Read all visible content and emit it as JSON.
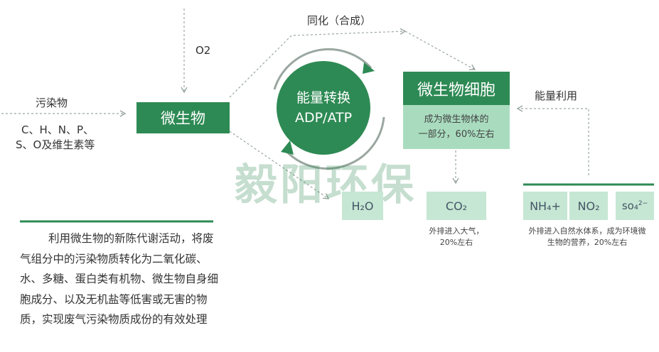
{
  "watermark": "毅阳环保",
  "inputs": {
    "o2": "O2",
    "pollutant": "污染物",
    "elements_line1": "C、H、N、P、",
    "elements_line2": "S、O及维生素等"
  },
  "microbe": "微生物",
  "cycle": {
    "line1": "能量转换",
    "line2": "ADP/ATP"
  },
  "assimilation": "同化（合成）",
  "cell": {
    "title": "微生物细胞",
    "desc_line1": "成为微生物体的",
    "desc_line2": "一部分，60%左右"
  },
  "energy_use": "能量利用",
  "products": {
    "h2o": "H₂O",
    "co2": "CO₂",
    "co2_note_line1": "外排进入大气，",
    "co2_note_line2": "20%左右",
    "nh4": "NH₄+",
    "no2": "NO₂",
    "so4_base": "so₄",
    "so4_sup": "2−",
    "nutrient_note_line1": "外排进入自然水体系，成为环境微",
    "nutrient_note_line2": "生物的营养，20%左右"
  },
  "description": "利用微生物的新陈代谢活动，将废气组分中的污染物质转化为二氧化碳、水、多糖、蛋白类有机物、微生物自身细胞成分、以及无机盐等低害或无害的物质，实现废气污染物质成份的有效处理",
  "colors": {
    "dark_green": "#2e8a54",
    "mid_green": "#a9dcbf",
    "pale_green": "#c6e7d3",
    "arrow_gray": "#9aa7a0"
  }
}
